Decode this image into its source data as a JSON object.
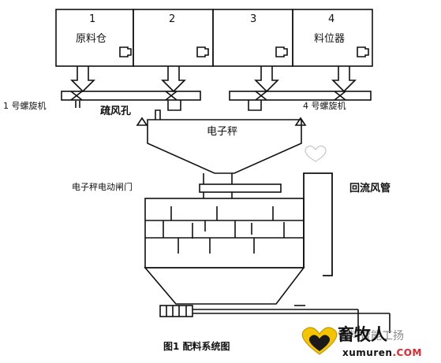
{
  "bins": [
    {
      "number": "1",
      "label": "原料仓"
    },
    {
      "number": "2",
      "label": ""
    },
    {
      "number": "3",
      "label": ""
    },
    {
      "number": "4",
      "label": "料位器"
    }
  ],
  "labels": {
    "screw_left": "1 号螺旋机",
    "vent_hole": "疏风孔",
    "screw_right": "4 号螺旋机",
    "scale": "电子秤",
    "scale_gate": "电子秤电动闸门",
    "return_pipe": "回流风管"
  },
  "caption": "图1  配料系统图",
  "watermark": {
    "brand_cn": "畜牧人",
    "brand_en": "xumuren",
    "brand_en_suffix": ".COM",
    "faded_text": "饲料智能工扬"
  },
  "colors": {
    "line": "#111111",
    "logo_heart_outer": "#f5c400",
    "logo_heart_inner": "#1a1a1a",
    "logo_accent": "#e0262b"
  }
}
